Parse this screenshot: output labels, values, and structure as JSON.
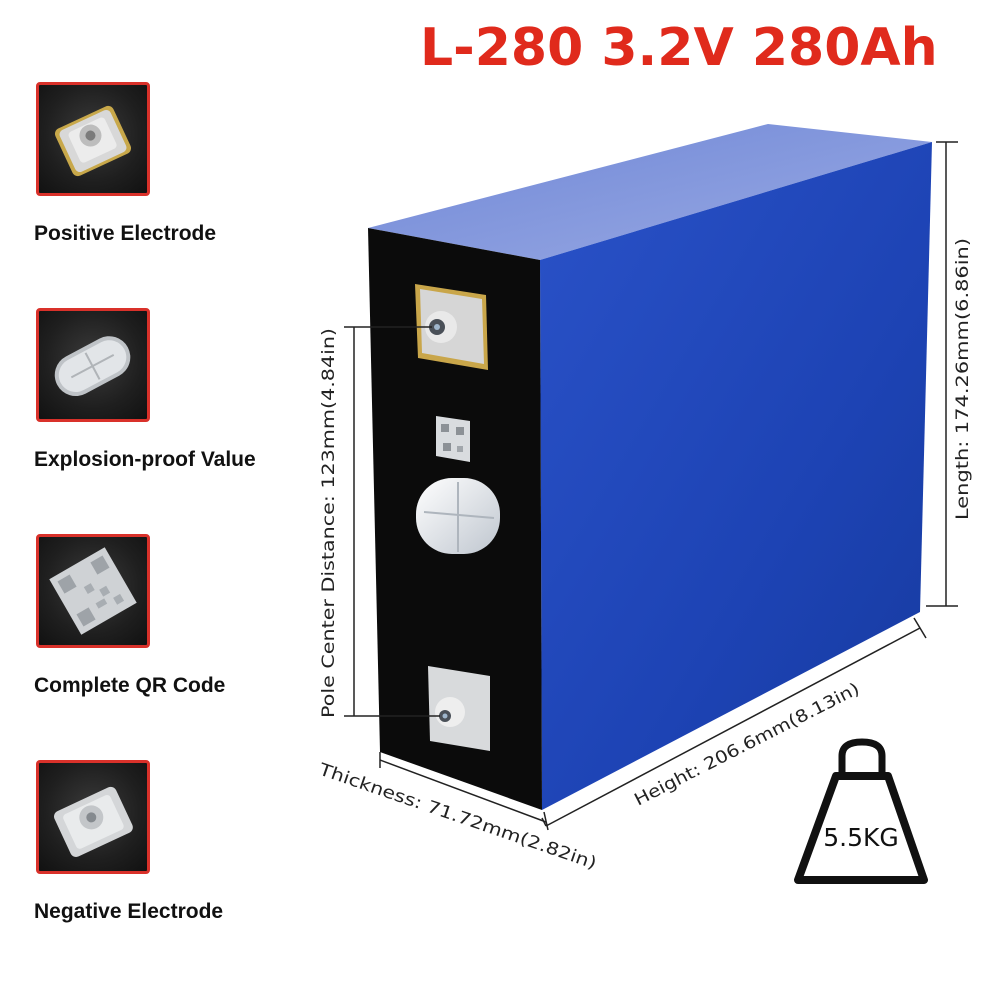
{
  "title": "L-280 3.2V 280Ah",
  "features": [
    {
      "label": "Positive Electrode",
      "icon": "positive-terminal-icon"
    },
    {
      "label": "Explosion-proof Value",
      "icon": "safety-vent-icon"
    },
    {
      "label": "Complete QR Code",
      "icon": "qr-code-icon"
    },
    {
      "label": "Negative Electrode",
      "icon": "negative-terminal-icon"
    }
  ],
  "dimensions": {
    "length": "Length: 174.26mm(6.86in)",
    "height": "Height: 206.6mm(8.13in)",
    "thickness": "Thickness: 71.72mm(2.82in)",
    "pole_distance": "Pole Center Distance: 123mm(4.84in)"
  },
  "weight": "5.5KG",
  "colors": {
    "title": "#e02a1c",
    "frame_border": "#d9312a",
    "battery_blue": "#1f44b4",
    "battery_top": "#7f96dc",
    "battery_end": "#0b0b0b"
  }
}
